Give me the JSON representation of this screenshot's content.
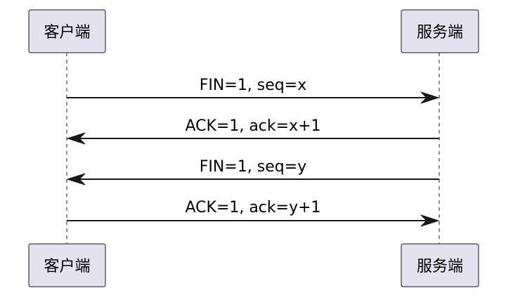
{
  "participants": {
    "client": {
      "label": "客户端"
    },
    "server": {
      "label": "服务端"
    }
  },
  "messages": [
    {
      "label": "FIN=1, seq=x",
      "from": "client",
      "to": "server"
    },
    {
      "label": "ACK=1, ack=x+1",
      "from": "server",
      "to": "client"
    },
    {
      "label": "FIN=1, seq=y",
      "from": "server",
      "to": "client"
    },
    {
      "label": "ACK=1, ack=y+1",
      "from": "client",
      "to": "server"
    }
  ],
  "colors": {
    "participant_fill": "#e2e2f0",
    "line": "#181818"
  }
}
